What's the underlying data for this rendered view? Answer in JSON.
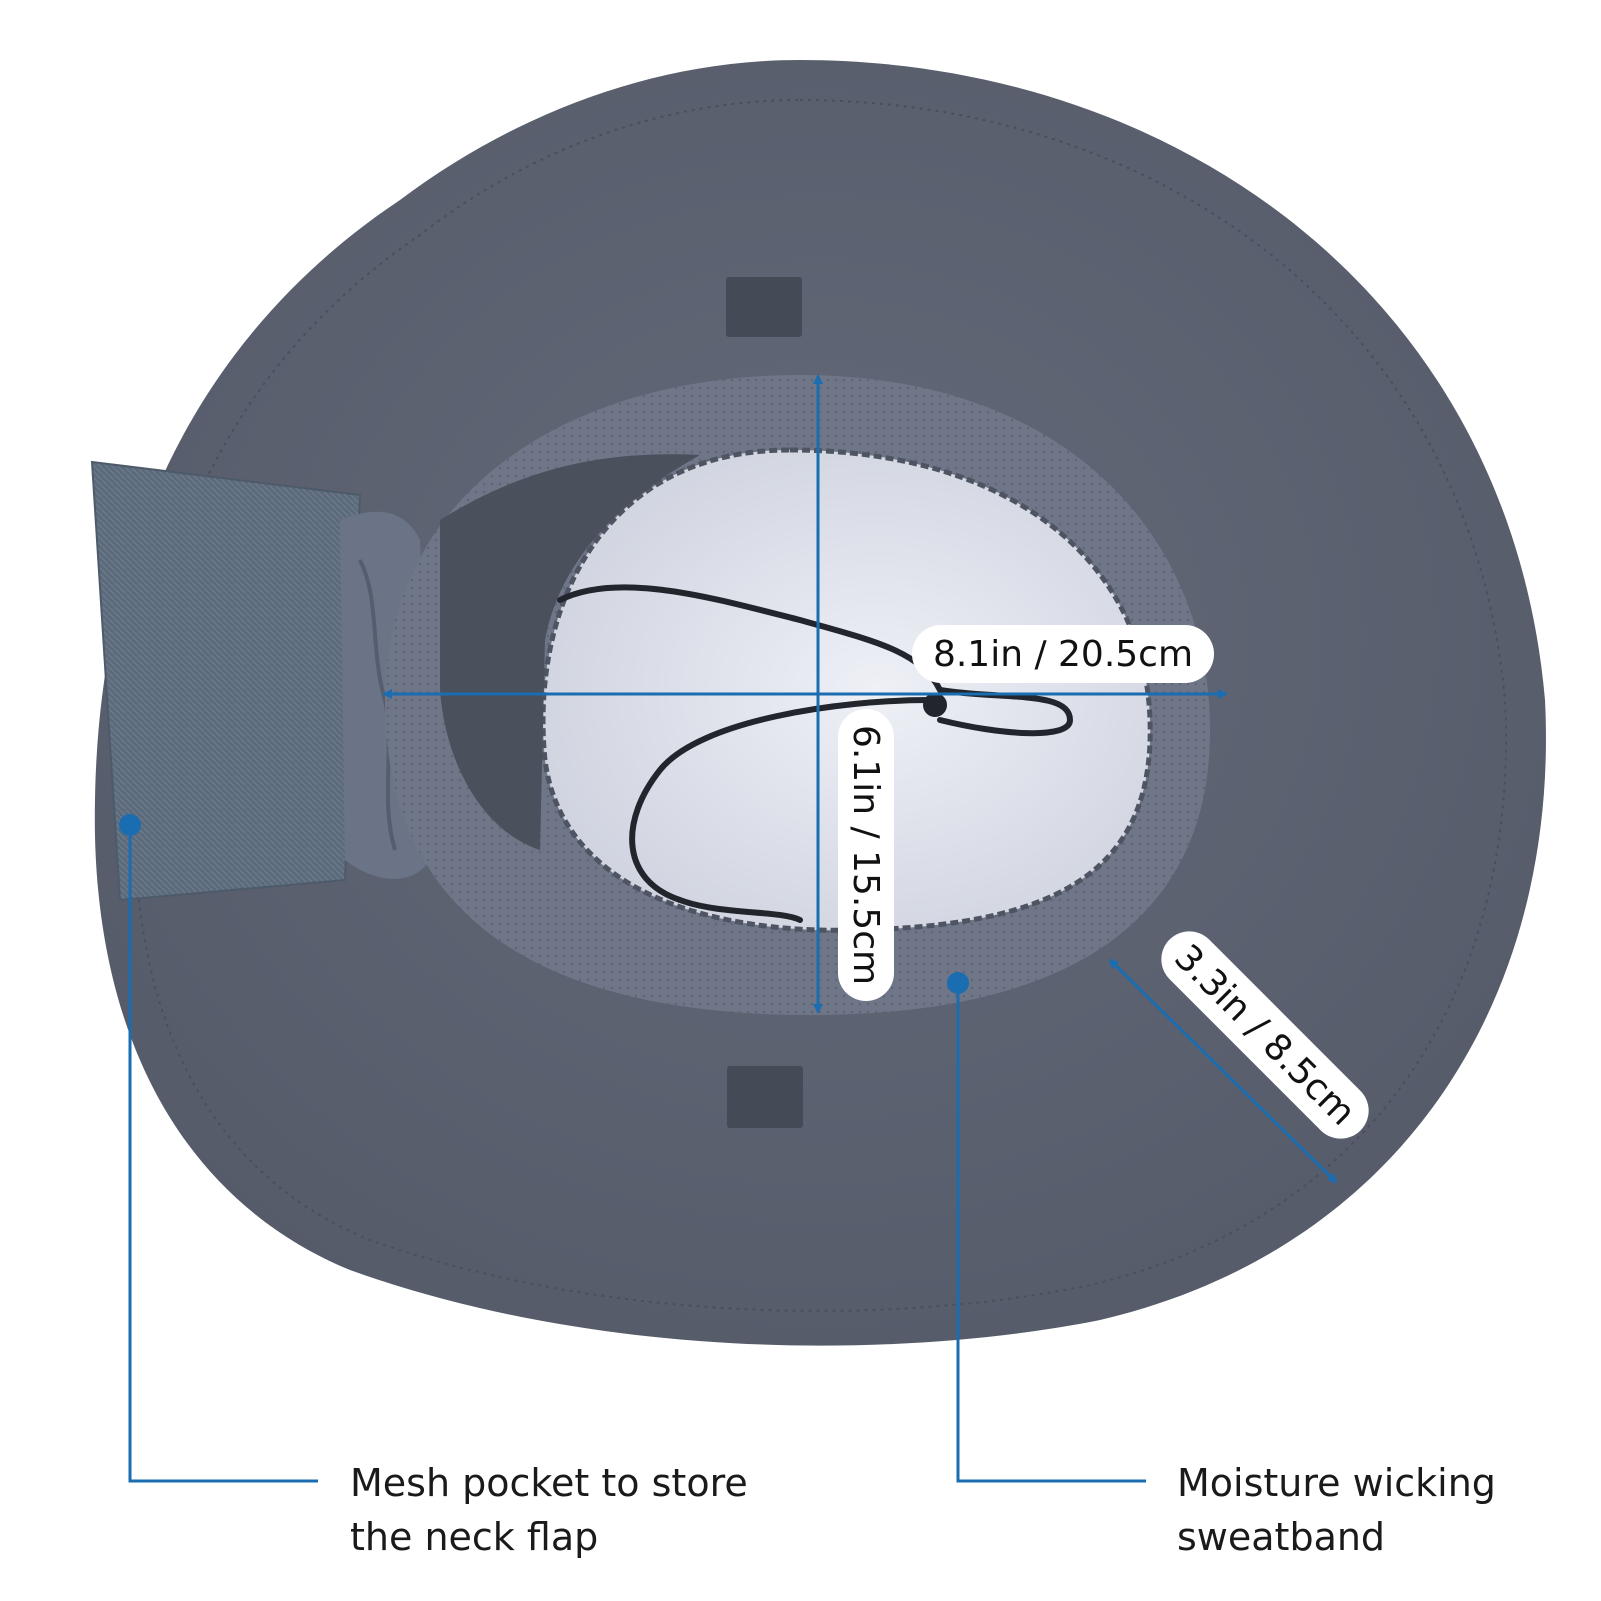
{
  "dimensions": {
    "width_label": "8.1in / 20.5cm",
    "height_label": "6.1in / 15.5cm",
    "brim_label": "3.3in / 8.5cm"
  },
  "callouts": {
    "mesh_pocket": {
      "line1": "Mesh pocket to store",
      "line2": "the neck flap"
    },
    "sweatband": {
      "line1": "Moisture wicking",
      "line2": "sweatband"
    }
  },
  "colors": {
    "accent": "#1a6db0",
    "brim": "#5d6372",
    "sweatband": "#737a8c",
    "lining": "#dfe2ec",
    "mesh_pocket": "#5c6b7c",
    "label_pill": "#ffffff"
  }
}
